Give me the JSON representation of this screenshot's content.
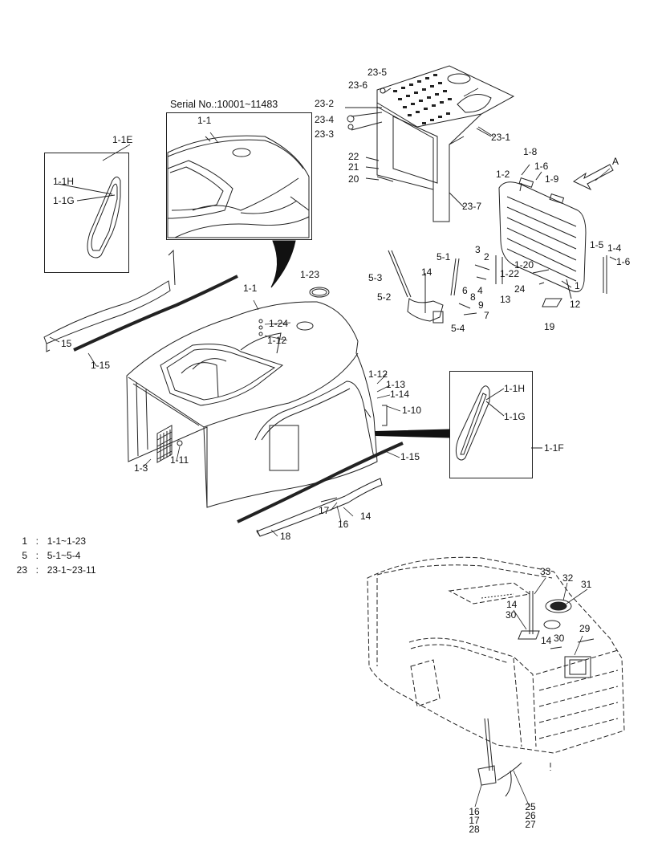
{
  "serial": "Serial No.:10001~11483",
  "legend": [
    {
      "key": "1",
      "sep": ":",
      "range": "1-1~1-23"
    },
    {
      "key": "5",
      "sep": ":",
      "range": "5-1~5-4"
    },
    {
      "key": "23",
      "sep": ":",
      "range": "23-1~23-11"
    }
  ],
  "arrow_label": "A",
  "labels": {
    "l_1_1_inset": "1-1",
    "l_1_1e": "1-1E",
    "l_1_1h_left": "1-1H",
    "l_1_1g_left": "1-1G",
    "l_23_5": "23-5",
    "l_23_6": "23-6",
    "l_23_2": "23-2",
    "l_23_4": "23-4",
    "l_23_3": "23-3",
    "l_23_1": "23-1",
    "l_22": "22",
    "l_21": "21",
    "l_20": "20",
    "l_23_7": "23-7",
    "l_1_8": "1-8",
    "l_1_6a": "1-6",
    "l_1_9": "1-9",
    "l_1_2": "1-2",
    "l_1_5": "1-5",
    "l_1_4": "1-4",
    "l_1_6b": "1-6",
    "l_1_23": "1-23",
    "l_5_1": "5-1",
    "l_3": "3",
    "l_2": "2",
    "l_1_22": "1-22",
    "l_1_20": "1-20",
    "l_5_3": "5-3",
    "l_14a": "14",
    "l_4": "4",
    "l_6": "6",
    "l_8": "8",
    "l_9": "9",
    "l_7": "7",
    "l_13": "13",
    "l_24": "24",
    "l_1_12_pr": "1",
    "l_12": "12",
    "l_5_2": "5-2",
    "l_5_4": "5-4",
    "l_19": "19",
    "l_1_1_main": "1-1",
    "l_1_24": "1-24",
    "l_1_12a": "1-12",
    "l_15": "15",
    "l_1_15a": "1-15",
    "l_1_12b": "1-12",
    "l_1_13": "1-13",
    "l_1_14": "1-14",
    "l_1_10": "1-10",
    "l_1_1h_right": "1-1H",
    "l_1_1g_right": "1-1G",
    "l_1_1f": "1-1F",
    "l_1_3": "1-3",
    "l_1_11": "1-11",
    "l_1_15b": "1-15",
    "l_17a": "17",
    "l_14b": "14",
    "l_16a": "16",
    "l_18": "18",
    "l_33": "33",
    "l_32": "32",
    "l_31": "31",
    "l_14c": "14",
    "l_30a": "30",
    "l_29": "29",
    "l_14d": "14",
    "l_30b": "30",
    "l_16b": "16",
    "l_17b": "17",
    "l_28": "28",
    "l_25": "25",
    "l_26": "26",
    "l_27": "27"
  }
}
